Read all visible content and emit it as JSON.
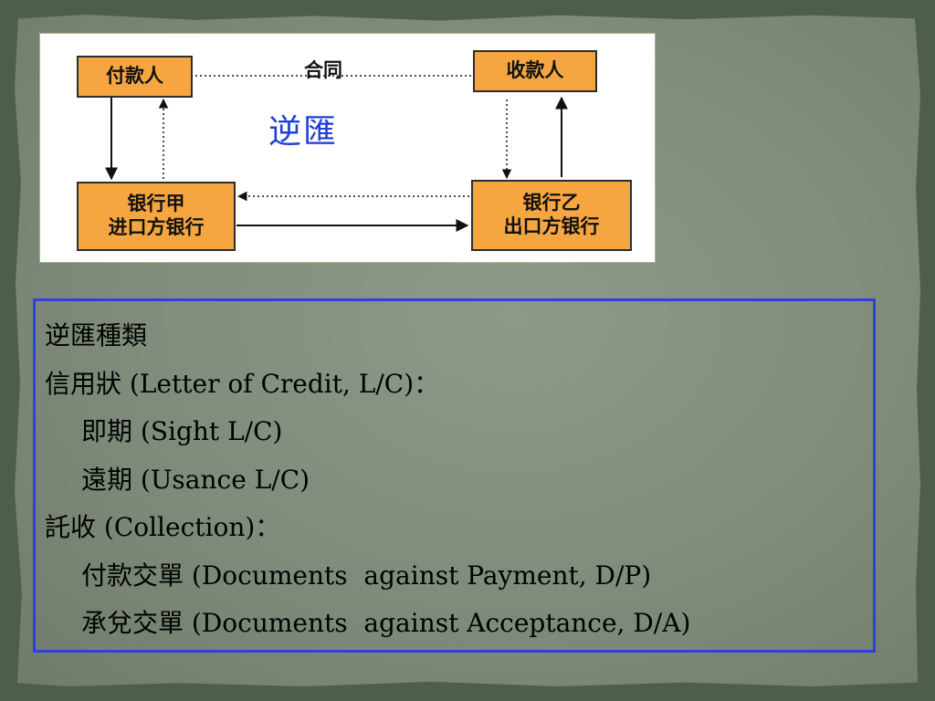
{
  "diagram": {
    "payer": "付款人",
    "contract": "合同",
    "title": "逆匯",
    "payee": "收款人",
    "bank_a_line1": "银行甲",
    "bank_a_line2": "进口方银行",
    "bank_b_line1": "银行乙",
    "bank_b_line2": "出口方银行"
  },
  "content": {
    "lines": [
      "逆匯種類",
      "信用狀 (Letter of Credit, L/C)：",
      "即期 (Sight L/C)",
      "遠期 (Usance L/C)",
      "託收 (Collection)：",
      "付款交單 (Documents  against Payment, D/P)",
      "承兌交單 (Documents  against Acceptance, D/A)"
    ]
  },
  "colors": {
    "node_fill": "#f5a641",
    "title_blue": "#1f3fd6",
    "box_border": "#2f3fe0",
    "background": "#7f8c7c"
  }
}
